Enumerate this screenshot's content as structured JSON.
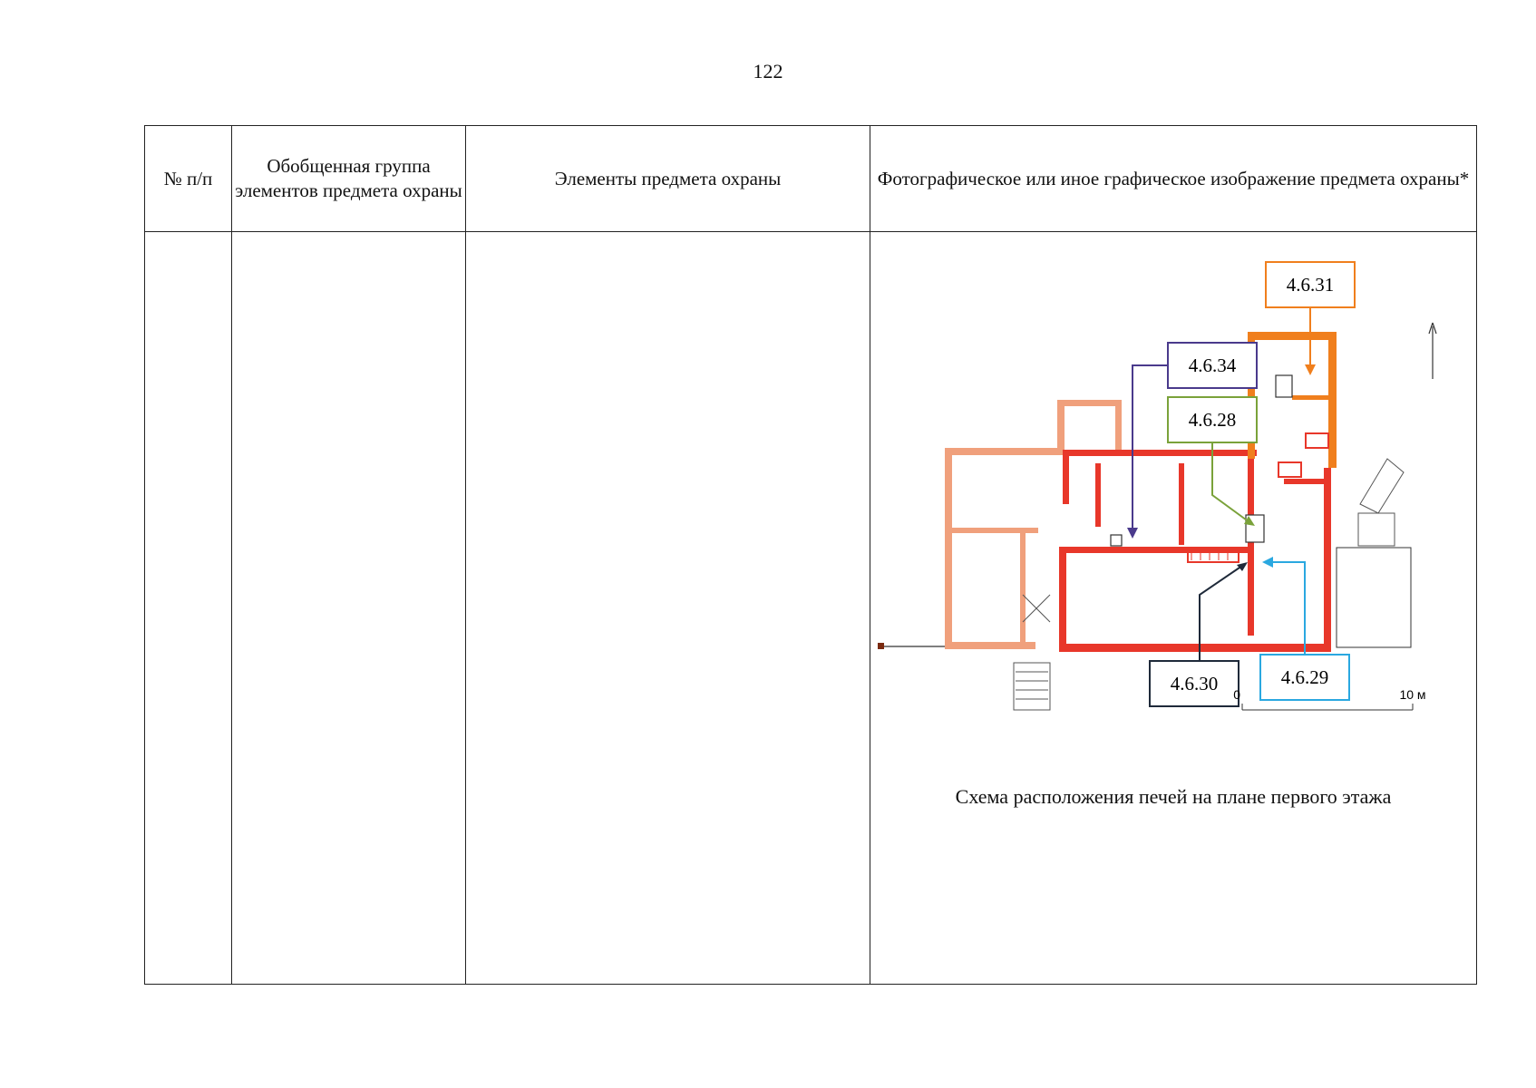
{
  "page_number": "122",
  "table": {
    "headers": [
      "№ п/п",
      "Обобщенная группа элементов предмета охраны",
      "Элементы предмета охраны",
      "Фотографическое или иное графическое изображение предмета охраны*"
    ]
  },
  "plan": {
    "labels": {
      "l1": "4.6.31",
      "l2": "4.6.34",
      "l3": "4.6.28",
      "l4": "4.6.30",
      "l5": "4.6.29"
    },
    "scale_start": "0",
    "scale_end": "10 м",
    "caption": "Схема расположения печей на плане первого этажа",
    "colors": {
      "wall_red": "#e8372a",
      "wall_light": "#f0a07c",
      "wall_orange": "#f07f1d",
      "label_orange": "#f07f1d",
      "label_purple": "#4a3a8c",
      "label_green": "#7aa23a",
      "label_navy": "#1f2a3a",
      "label_cyan": "#2aa8e0"
    }
  }
}
